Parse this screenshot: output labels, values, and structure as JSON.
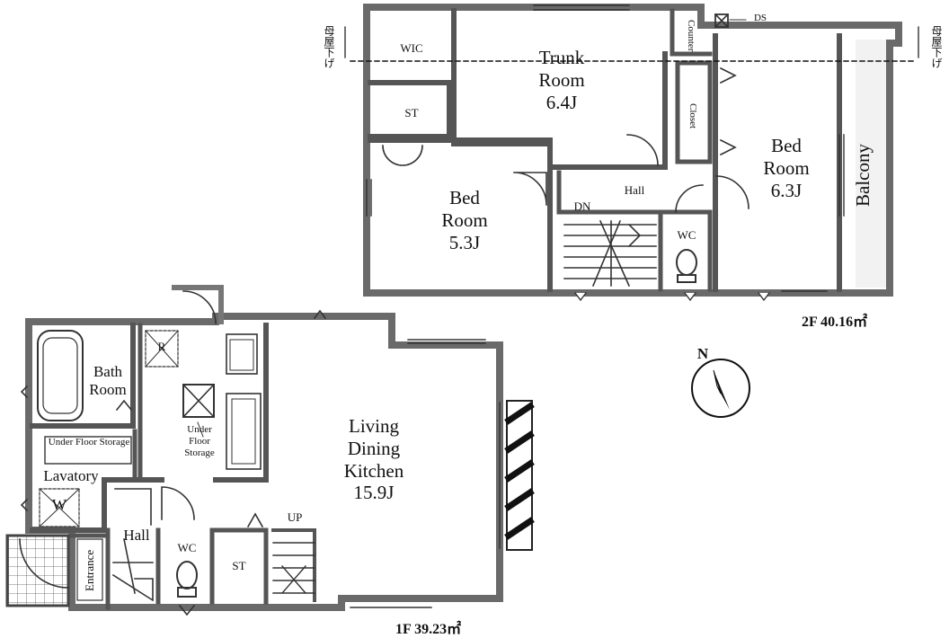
{
  "floor2": {
    "area_label": "2F 40.16㎡",
    "rooms": {
      "wic": "WIC",
      "trunk_room": [
        "Trunk",
        "Room",
        "6.4J"
      ],
      "st": "ST",
      "counter": "Counter",
      "ds": "DS",
      "closet": "Closet",
      "bed_room_left": [
        "Bed",
        "Room",
        "5.3J"
      ],
      "bed_room_right": [
        "Bed",
        "Room",
        "6.3J"
      ],
      "hall": "Hall",
      "dn": "DN",
      "wc": "WC",
      "balcony": "Balcony"
    },
    "roof_note": "母屋下げ"
  },
  "floor1": {
    "area_label": "1F 39.23㎡",
    "rooms": {
      "bath_room": [
        "Bath",
        "Room"
      ],
      "r": "R",
      "under_floor_storage_1": [
        "Under",
        "Floor",
        "Storage"
      ],
      "under_floor_storage_2": "Under Floor Storage",
      "lavatory": "Lavatory",
      "w": "W",
      "ldk": [
        "Living",
        "Dining",
        "Kitchen",
        "15.9J"
      ],
      "hall": "Hall",
      "wc": "WC",
      "st": "ST",
      "up": "UP",
      "entrance": "Entrance"
    }
  },
  "compass": {
    "label": "N"
  }
}
